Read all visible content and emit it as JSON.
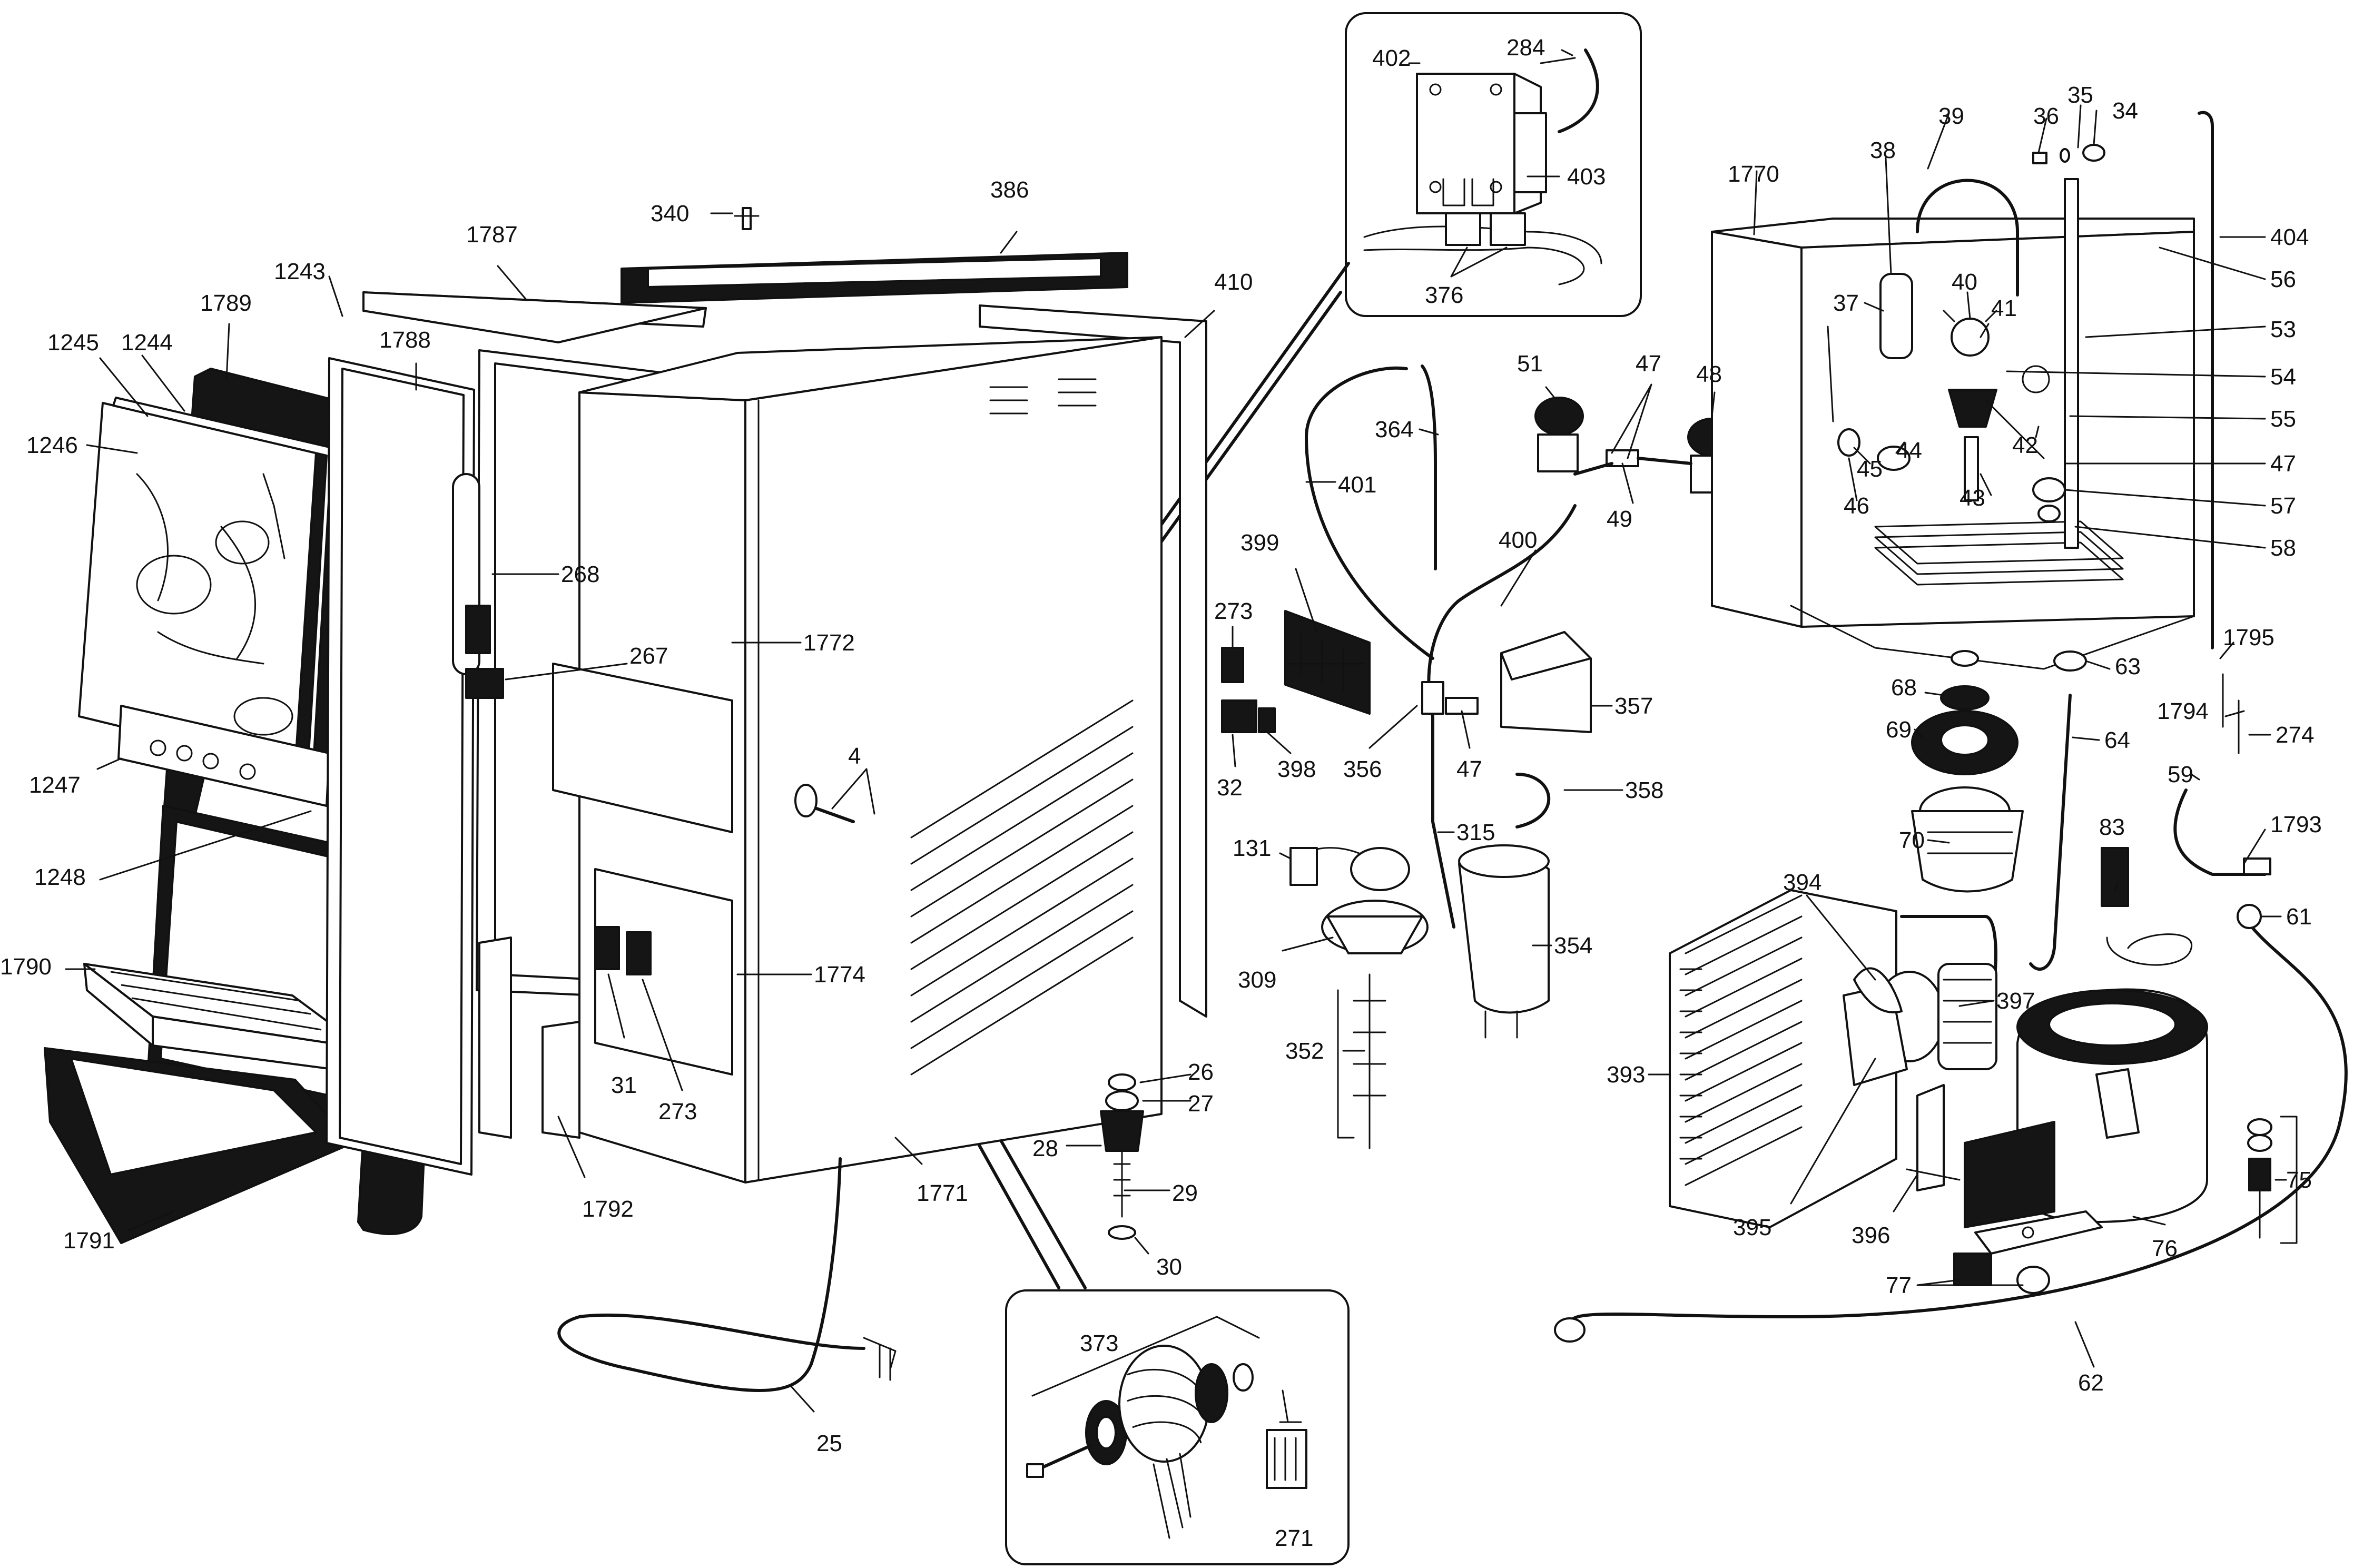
{
  "labels": [
    {
      "id": "p402",
      "text": "402"
    },
    {
      "id": "p284",
      "text": "284"
    },
    {
      "id": "p403",
      "text": "403"
    },
    {
      "id": "p376",
      "text": "376"
    },
    {
      "id": "p340",
      "text": "340"
    },
    {
      "id": "p386",
      "text": "386"
    },
    {
      "id": "p1787",
      "text": "1787"
    },
    {
      "id": "p1243",
      "text": "1243"
    },
    {
      "id": "p1789",
      "text": "1789"
    },
    {
      "id": "p1788",
      "text": "1788"
    },
    {
      "id": "p410",
      "text": "410"
    },
    {
      "id": "p1245",
      "text": "1245"
    },
    {
      "id": "p1244",
      "text": "1244"
    },
    {
      "id": "p1246",
      "text": "1246"
    },
    {
      "id": "p268",
      "text": "268"
    },
    {
      "id": "p267",
      "text": "267"
    },
    {
      "id": "p1772",
      "text": "1772"
    },
    {
      "id": "p4",
      "text": "4"
    },
    {
      "id": "p1247",
      "text": "1247"
    },
    {
      "id": "p1248",
      "text": "1248"
    },
    {
      "id": "p1790",
      "text": "1790"
    },
    {
      "id": "p1774",
      "text": "1774"
    },
    {
      "id": "p31",
      "text": "31"
    },
    {
      "id": "p273a",
      "text": "273"
    },
    {
      "id": "p1791",
      "text": "1791"
    },
    {
      "id": "p1792",
      "text": "1792"
    },
    {
      "id": "p1771",
      "text": "1771"
    },
    {
      "id": "p25",
      "text": "25"
    },
    {
      "id": "p26",
      "text": "26"
    },
    {
      "id": "p27",
      "text": "27"
    },
    {
      "id": "p28",
      "text": "28"
    },
    {
      "id": "p29",
      "text": "29"
    },
    {
      "id": "p30",
      "text": "30"
    },
    {
      "id": "p401",
      "text": "401"
    },
    {
      "id": "p364",
      "text": "364"
    },
    {
      "id": "p51",
      "text": "51"
    },
    {
      "id": "p47a",
      "text": "47"
    },
    {
      "id": "p48",
      "text": "48"
    },
    {
      "id": "p49",
      "text": "49"
    },
    {
      "id": "p400",
      "text": "400"
    },
    {
      "id": "p399",
      "text": "399"
    },
    {
      "id": "p273b",
      "text": "273"
    },
    {
      "id": "p32",
      "text": "32"
    },
    {
      "id": "p398",
      "text": "398"
    },
    {
      "id": "p357",
      "text": "357"
    },
    {
      "id": "p356",
      "text": "356"
    },
    {
      "id": "p47b",
      "text": "47"
    },
    {
      "id": "p358",
      "text": "358"
    },
    {
      "id": "p315",
      "text": "315"
    },
    {
      "id": "p131",
      "text": "131"
    },
    {
      "id": "p309",
      "text": "309"
    },
    {
      "id": "p354",
      "text": "354"
    },
    {
      "id": "p352",
      "text": "352"
    },
    {
      "id": "p373",
      "text": "373"
    },
    {
      "id": "p271",
      "text": "271"
    },
    {
      "id": "p1770",
      "text": "1770"
    },
    {
      "id": "p38",
      "text": "38"
    },
    {
      "id": "p39",
      "text": "39"
    },
    {
      "id": "p36",
      "text": "36"
    },
    {
      "id": "p35",
      "text": "35"
    },
    {
      "id": "p34",
      "text": "34"
    },
    {
      "id": "p404",
      "text": "404"
    },
    {
      "id": "p56",
      "text": "56"
    },
    {
      "id": "p53",
      "text": "53"
    },
    {
      "id": "p54",
      "text": "54"
    },
    {
      "id": "p55",
      "text": "55"
    },
    {
      "id": "p47c",
      "text": "47"
    },
    {
      "id": "p57",
      "text": "57"
    },
    {
      "id": "p58",
      "text": "58"
    },
    {
      "id": "p37",
      "text": "37"
    },
    {
      "id": "p40",
      "text": "40"
    },
    {
      "id": "p41",
      "text": "41"
    },
    {
      "id": "p44",
      "text": "44"
    },
    {
      "id": "p42",
      "text": "42"
    },
    {
      "id": "p45",
      "text": "45"
    },
    {
      "id": "p46",
      "text": "46"
    },
    {
      "id": "p43",
      "text": "43"
    },
    {
      "id": "p1795",
      "text": "1795"
    },
    {
      "id": "p63",
      "text": "63"
    },
    {
      "id": "p68",
      "text": "68"
    },
    {
      "id": "p69",
      "text": "69"
    },
    {
      "id": "p1794",
      "text": "1794"
    },
    {
      "id": "p274",
      "text": "274"
    },
    {
      "id": "p64",
      "text": "64"
    },
    {
      "id": "p59",
      "text": "59"
    },
    {
      "id": "p1793",
      "text": "1793"
    },
    {
      "id": "p70",
      "text": "70"
    },
    {
      "id": "p83",
      "text": "83"
    },
    {
      "id": "p61",
      "text": "61"
    },
    {
      "id": "p394",
      "text": "394"
    },
    {
      "id": "p397",
      "text": "397"
    },
    {
      "id": "p393",
      "text": "393"
    },
    {
      "id": "p75",
      "text": "75"
    },
    {
      "id": "p395",
      "text": "395"
    },
    {
      "id": "p396",
      "text": "396"
    },
    {
      "id": "p76",
      "text": "76"
    },
    {
      "id": "p77",
      "text": "77"
    },
    {
      "id": "p62",
      "text": "62"
    }
  ]
}
